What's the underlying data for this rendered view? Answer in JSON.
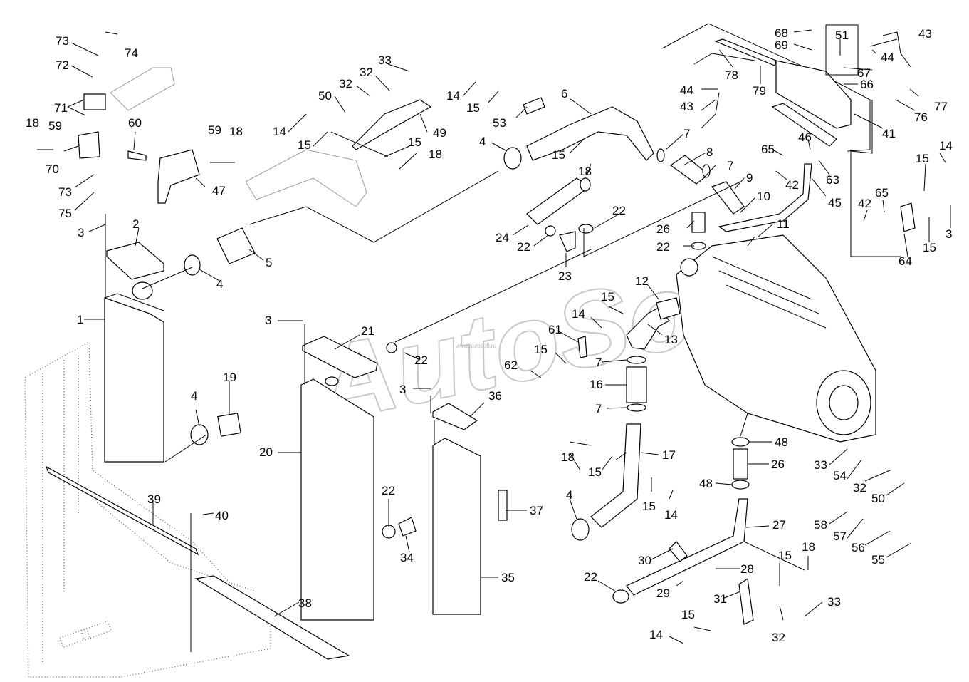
{
  "watermark": "AutoSoft",
  "watermark_small": "www.autosoft.ru",
  "callouts": [
    {
      "n": "73"
    },
    {
      "n": "74"
    },
    {
      "n": "72"
    },
    {
      "n": "71"
    },
    {
      "n": "18"
    },
    {
      "n": "59"
    },
    {
      "n": "60"
    },
    {
      "n": "70"
    },
    {
      "n": "59"
    },
    {
      "n": "18"
    },
    {
      "n": "47"
    },
    {
      "n": "73"
    },
    {
      "n": "75"
    },
    {
      "n": "3"
    },
    {
      "n": "2"
    },
    {
      "n": "4"
    },
    {
      "n": "5"
    },
    {
      "n": "1"
    },
    {
      "n": "19"
    },
    {
      "n": "4"
    },
    {
      "n": "39"
    },
    {
      "n": "40"
    },
    {
      "n": "33"
    },
    {
      "n": "32"
    },
    {
      "n": "32"
    },
    {
      "n": "50"
    },
    {
      "n": "14"
    },
    {
      "n": "15"
    },
    {
      "n": "49"
    },
    {
      "n": "15"
    },
    {
      "n": "18"
    },
    {
      "n": "14"
    },
    {
      "n": "15"
    },
    {
      "n": "53"
    },
    {
      "n": "6"
    },
    {
      "n": "4"
    },
    {
      "n": "15"
    },
    {
      "n": "18"
    },
    {
      "n": "7"
    },
    {
      "n": "8"
    },
    {
      "n": "7"
    },
    {
      "n": "9"
    },
    {
      "n": "10"
    },
    {
      "n": "24"
    },
    {
      "n": "22"
    },
    {
      "n": "22"
    },
    {
      "n": "23"
    },
    {
      "n": "26"
    },
    {
      "n": "22"
    },
    {
      "n": "11"
    },
    {
      "n": "12"
    },
    {
      "n": "3"
    },
    {
      "n": "21"
    },
    {
      "n": "22"
    },
    {
      "n": "15"
    },
    {
      "n": "14"
    },
    {
      "n": "61"
    },
    {
      "n": "13"
    },
    {
      "n": "15"
    },
    {
      "n": "62"
    },
    {
      "n": "7"
    },
    {
      "n": "16"
    },
    {
      "n": "7"
    },
    {
      "n": "20"
    },
    {
      "n": "3"
    },
    {
      "n": "36"
    },
    {
      "n": "22"
    },
    {
      "n": "34"
    },
    {
      "n": "35"
    },
    {
      "n": "37"
    },
    {
      "n": "38"
    },
    {
      "n": "18"
    },
    {
      "n": "15"
    },
    {
      "n": "17"
    },
    {
      "n": "15"
    },
    {
      "n": "14"
    },
    {
      "n": "4"
    },
    {
      "n": "48"
    },
    {
      "n": "26"
    },
    {
      "n": "48"
    },
    {
      "n": "27"
    },
    {
      "n": "30"
    },
    {
      "n": "28"
    },
    {
      "n": "29"
    },
    {
      "n": "22"
    },
    {
      "n": "31"
    },
    {
      "n": "15"
    },
    {
      "n": "14"
    },
    {
      "n": "15"
    },
    {
      "n": "18"
    },
    {
      "n": "32"
    },
    {
      "n": "33"
    },
    {
      "n": "33"
    },
    {
      "n": "54"
    },
    {
      "n": "32"
    },
    {
      "n": "50"
    },
    {
      "n": "58"
    },
    {
      "n": "57"
    },
    {
      "n": "56"
    },
    {
      "n": "55"
    },
    {
      "n": "68"
    },
    {
      "n": "69"
    },
    {
      "n": "51"
    },
    {
      "n": "43"
    },
    {
      "n": "44"
    },
    {
      "n": "67"
    },
    {
      "n": "78"
    },
    {
      "n": "79"
    },
    {
      "n": "66"
    },
    {
      "n": "44"
    },
    {
      "n": "43"
    },
    {
      "n": "77"
    },
    {
      "n": "76"
    },
    {
      "n": "41"
    },
    {
      "n": "46"
    },
    {
      "n": "65"
    },
    {
      "n": "42"
    },
    {
      "n": "63"
    },
    {
      "n": "45"
    },
    {
      "n": "14"
    },
    {
      "n": "15"
    },
    {
      "n": "42"
    },
    {
      "n": "65"
    },
    {
      "n": "3"
    },
    {
      "n": "15"
    },
    {
      "n": "64"
    }
  ]
}
